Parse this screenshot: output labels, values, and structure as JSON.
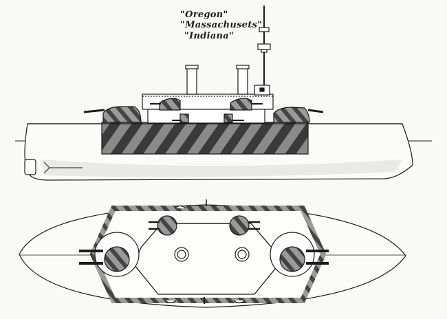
{
  "caption": {
    "line1": "\"Oregon\"",
    "line2": "\"Massachusets\"",
    "line3": "\"Indiana\""
  },
  "colors": {
    "paper": "#f9f9f7",
    "ink": "#1b1b1b",
    "hull_belt": "#6b6b6b"
  },
  "views": [
    "side-elevation",
    "deck-plan"
  ]
}
